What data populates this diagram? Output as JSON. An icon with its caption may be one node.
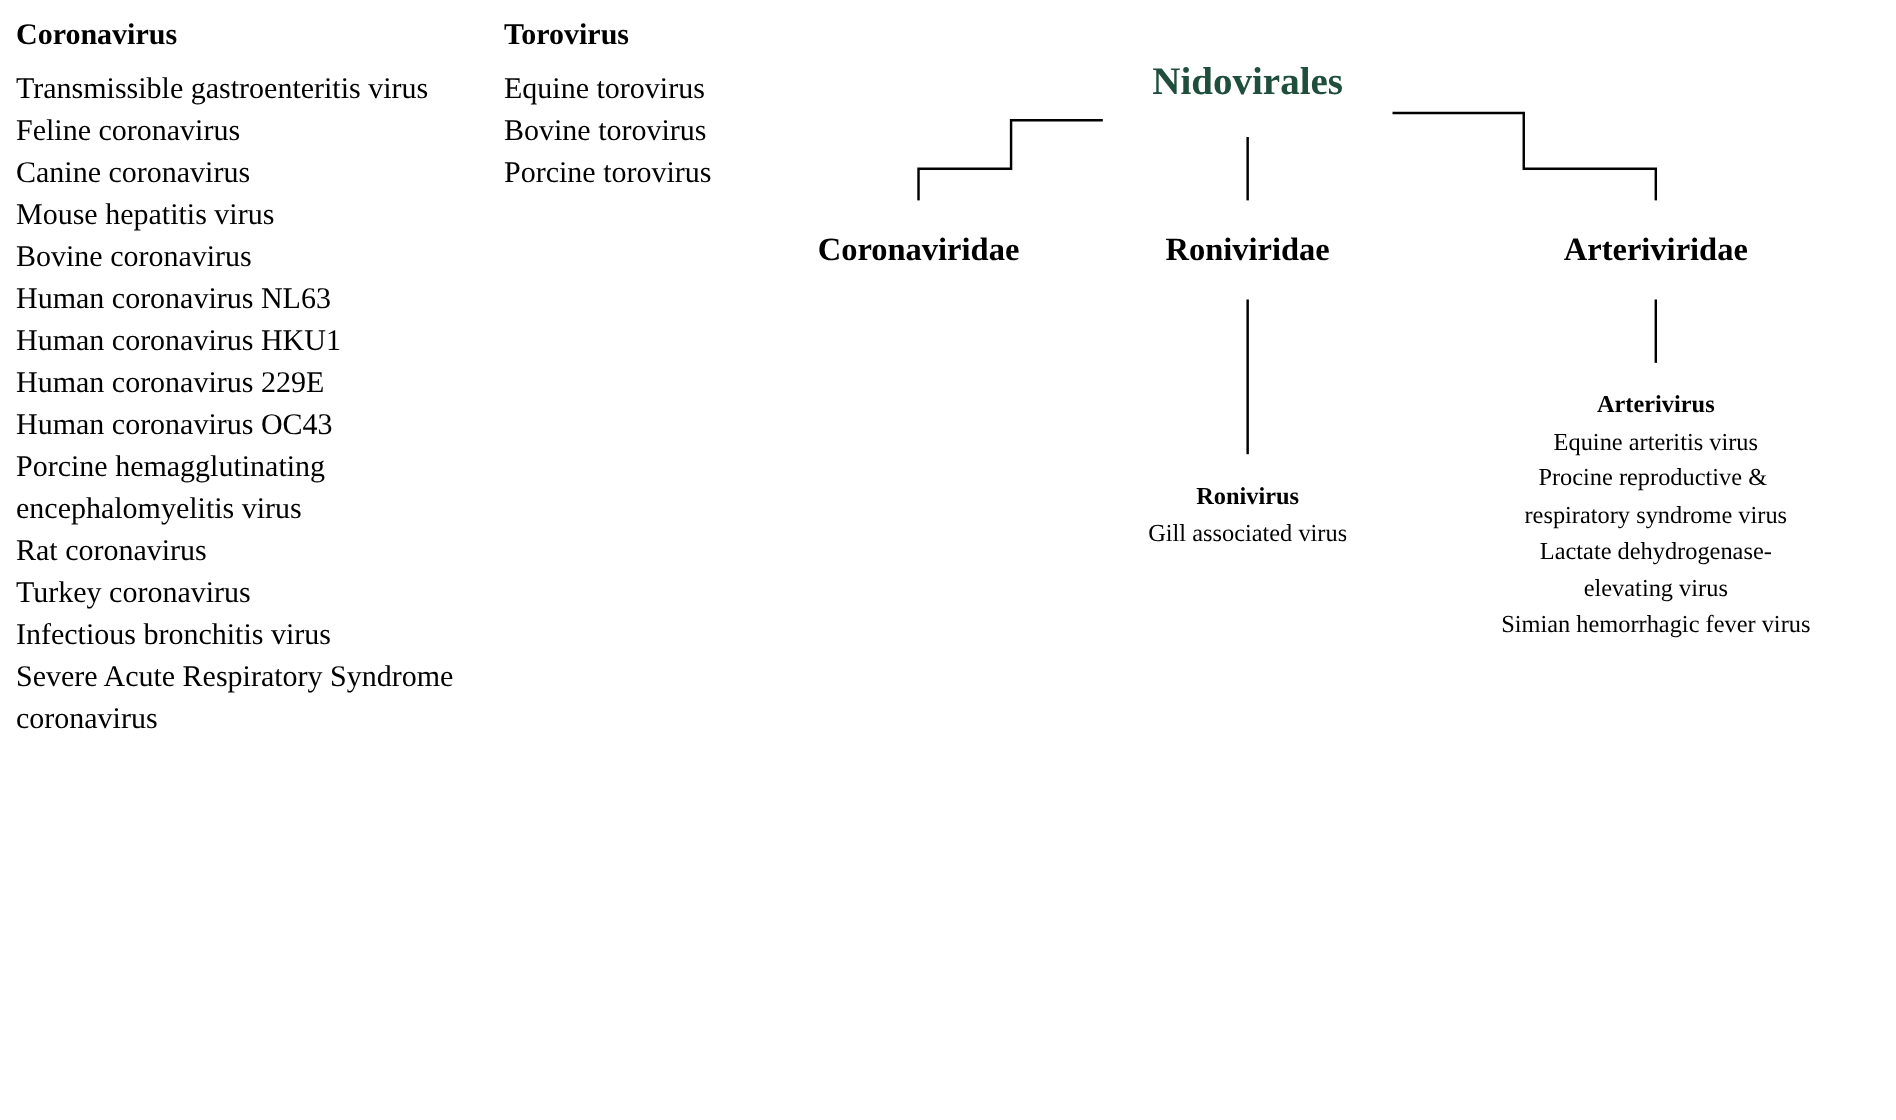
{
  "diagram": {
    "nodes": [
      {
        "text": [
          "Nidovirales"
        ]
      },
      {
        "text": [
          "Coronaviridae"
        ]
      },
      {
        "text": [
          "Roniviridae"
        ]
      },
      {
        "text": [
          "Arteriviridae"
        ]
      },
      {
        "text": [
          "Ronivirus",
          "Gill associated virus"
        ]
      },
      {
        "text": [
          "Arterivirus",
          "Equine arteritis virus",
          "Procine reproductive & respiratory syndrome virus",
          "Lactate dehydrogenase-elevating virus",
          "Simian hemorrhagic fever virus"
        ]
      }
    ],
    "edges": [
      {
        "from": 0,
        "to": 1,
        "arrow": "none"
      },
      {
        "from": 0,
        "to": 2,
        "arrow": "none"
      },
      {
        "from": 0,
        "to": 3,
        "arrow": "none"
      },
      {
        "from": 2,
        "to": 4,
        "arrow": "none"
      },
      {
        "from": 3,
        "to": 5,
        "arrow": "none"
      }
    ],
    "labels": [
      "Coronavirus",
      "Transmissible gastroenteritis virus",
      "Feline coronavirus",
      "Canine coronavirus",
      "Mouse hepatitis virus",
      "Bovine coronavirus",
      "Human coronavirus NL63",
      "Human coronavirus HKU1",
      "Human coronavirus 229E",
      "Human coronavirus OC43",
      "Porcine hemagglutinating encephalomyelitis virus",
      "Rat coronavirus",
      "Turkey coronavirus",
      "Infectious bronchitis virus",
      "Severe Acute Respiratory Syndrome coronavirus",
      "Torovirus",
      "Equine torovirus",
      "Bovine torovirus",
      "Porcine torovirus"
    ]
  }
}
